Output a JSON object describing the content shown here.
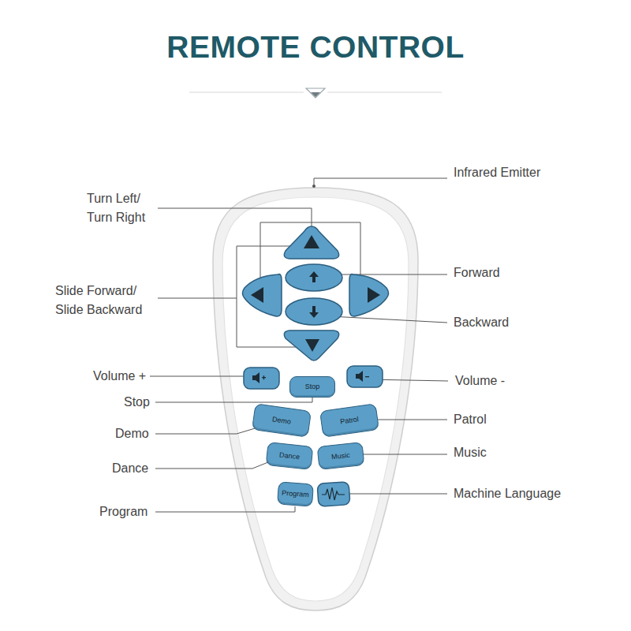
{
  "diagram": {
    "title": "REMOTE CONTROL",
    "nodes": [
      {
        "text": [
          "Stop"
        ]
      },
      {
        "text": [
          "Demo"
        ]
      },
      {
        "text": [
          "Patrol"
        ]
      },
      {
        "text": [
          "Dance"
        ]
      },
      {
        "text": [
          "Music"
        ]
      },
      {
        "text": [
          "Program"
        ]
      }
    ],
    "labels": [
      "Infrared Emitter",
      "Turn Left/ Turn Right",
      "Forward",
      "Slide Forward/ Slide Backward",
      "Backward",
      "Volume +",
      "Volume -",
      "Stop",
      "Patrol",
      "Demo",
      "Music",
      "Dance",
      "Machine Language",
      "Program"
    ]
  }
}
